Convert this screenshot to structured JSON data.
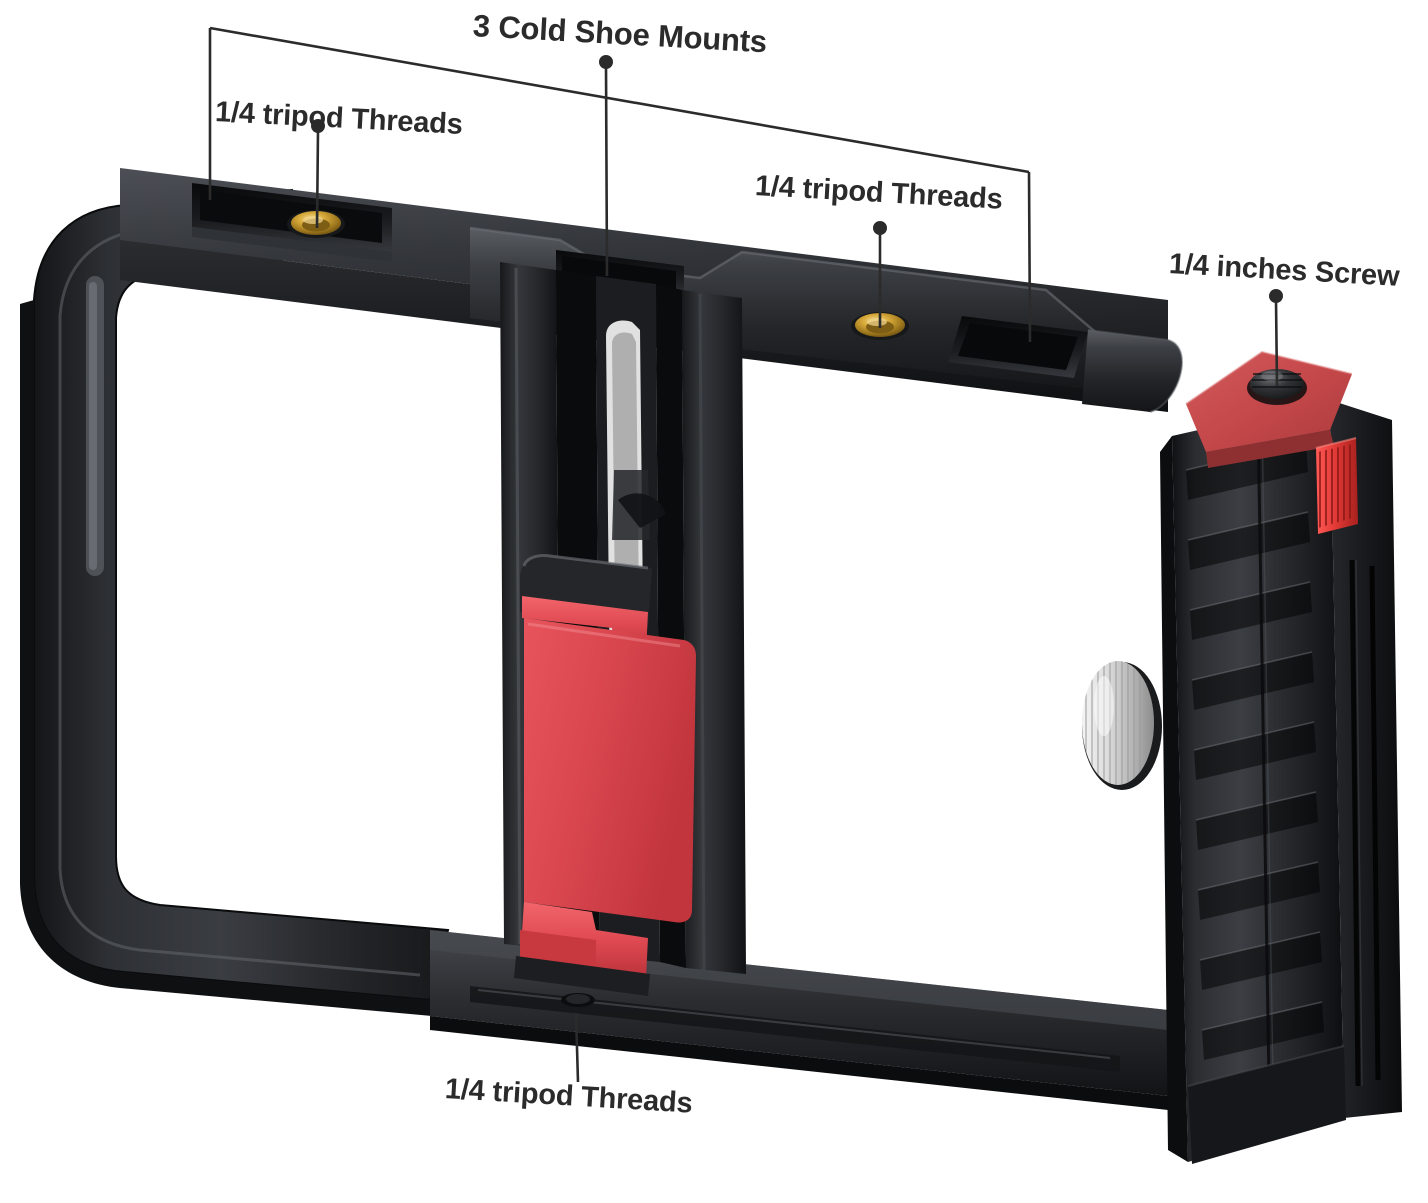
{
  "figure": {
    "type": "product-annotation-diagram",
    "subject": "smartphone video rig / phone cage with side handle",
    "background_color": "#ffffff"
  },
  "callouts": [
    {
      "id": "cold-shoe-mounts",
      "text": "3 Cold Shoe Mounts",
      "leader": "bracket-plus-pointer",
      "target": "three cold shoe slots along the top rail"
    },
    {
      "id": "tripod-threads-left",
      "text": "1/4 tripod Threads",
      "leader": "dot-pointer",
      "target": "gold 1/4 inch threaded socket, top-left rail"
    },
    {
      "id": "tripod-threads-right",
      "text": "1/4 tripod Threads",
      "leader": "dot-pointer",
      "target": "gold 1/4 inch threaded socket, top-right rail"
    },
    {
      "id": "quarter-inch-screw",
      "text": "1/4 inches Screw",
      "leader": "dot-pointer",
      "target": "black screw head on red top plate of handle"
    },
    {
      "id": "tripod-threads-bottom",
      "text": "1/4 tripod Threads",
      "leader": "plain-line",
      "target": "threaded socket on bottom rail"
    }
  ],
  "colors": {
    "body_black": "#1b1c1e",
    "body_black_light": "#3e4044",
    "body_black_mid": "#2a2c2f",
    "accent_red_clamp": "#de4a52",
    "accent_red_plate": "#c9494b",
    "accent_red_wheel": "#e03a3a",
    "thread_gold": "#c89a28",
    "knob_silver": "#d8d8d8",
    "leader_line": "#2b2b2b",
    "label_text": "#2b2b2b"
  },
  "parts": {
    "top_rail": "top cross rail with cold shoe slots and tripod threads",
    "left_arm": "curved left side frame arm",
    "bottom_rail": "bottom cross rail",
    "center_column": "central vertical phone clamp column",
    "phone_clamp": "spring loaded red phone clamp jaws",
    "handle": "textured black side handle with ribbed grip",
    "handle_top_plate": "red anodized top plate",
    "handle_screw": "1/4 inch screw head",
    "handle_thumbwheel": "red ribbed thumbwheel",
    "handle_knob": "silver knurled locking knob"
  }
}
